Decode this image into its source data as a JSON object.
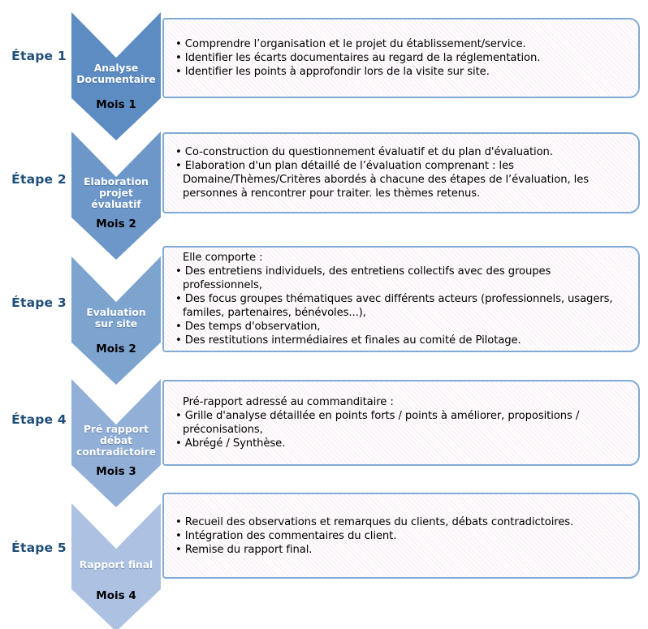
{
  "diagram": {
    "type": "process-steps",
    "colors": {
      "etape_text": "#1F4E79",
      "box_border": "#7FABD6",
      "box_text": "#000000",
      "chevron_label_text": "#FFFFFF",
      "mois_text": "#000000",
      "background": "#FFFFFF"
    },
    "steps": [
      {
        "etape": "Étape 1",
        "chevron_label": "Analyse\nDocumentaire",
        "mois": "Mois 1",
        "chevron_color": "#5D8CC2",
        "bullets": [
          "Comprendre l’organisation et le projet du établissement/service.",
          "Identifier les écarts documentaires au regard de la réglementation.",
          "Identifier les points à approfondir lors de la visite sur site."
        ]
      },
      {
        "etape": "Étape 2",
        "chevron_label": "Elaboration\nprojet\névaluatif",
        "mois": "Mois 2",
        "chevron_color": "#6C97C8",
        "bullets": [
          "Co-construction du questionnement évaluatif et du plan d'évaluation.",
          "Elaboration d'un plan détaillé de l’évaluation comprenant : les Domaine/Thèmes/Critères abordés à chacune des étapes de l’évaluation, les personnes à rencontrer pour traiter. les thèmes retenus."
        ]
      },
      {
        "etape": "Étape 3",
        "chevron_label": "Evaluation\nsur site",
        "mois": "Mois 2",
        "chevron_color": "#7DA4CF",
        "intro": "Elle comporte :",
        "bullets": [
          "Des entretiens individuels, des entretiens collectifs avec des groupes professionnels,",
          "Des focus groupes thématiques avec différents acteurs (professionnels, usagers, familes, partenaires, bénévoles...),",
          "Des temps d'observation,",
          "Des restitutions intermédiaires et finales au comité de Pilotage."
        ]
      },
      {
        "etape": "Étape 4",
        "chevron_label": "Pré rapport\ndébat\ncontradictoire",
        "mois": "Mois 3",
        "chevron_color": "#92B0D7",
        "intro": "Pré-rapport adressé au commanditaire :",
        "bullets": [
          "Grille d'analyse détaillée en points forts / points à améliorer, propositions / préconisations,",
          "Abrégé / Synthèse."
        ]
      },
      {
        "etape": "Étape 5",
        "chevron_label": "Rapport final",
        "mois": "Mois 4",
        "chevron_color": "#ADC2E2",
        "bullets": [
          "Recueil des observations et remarques du clients, débats contradictoires.",
          "Intégration des commentaires du client.",
          "Remise du rapport final."
        ]
      }
    ]
  }
}
